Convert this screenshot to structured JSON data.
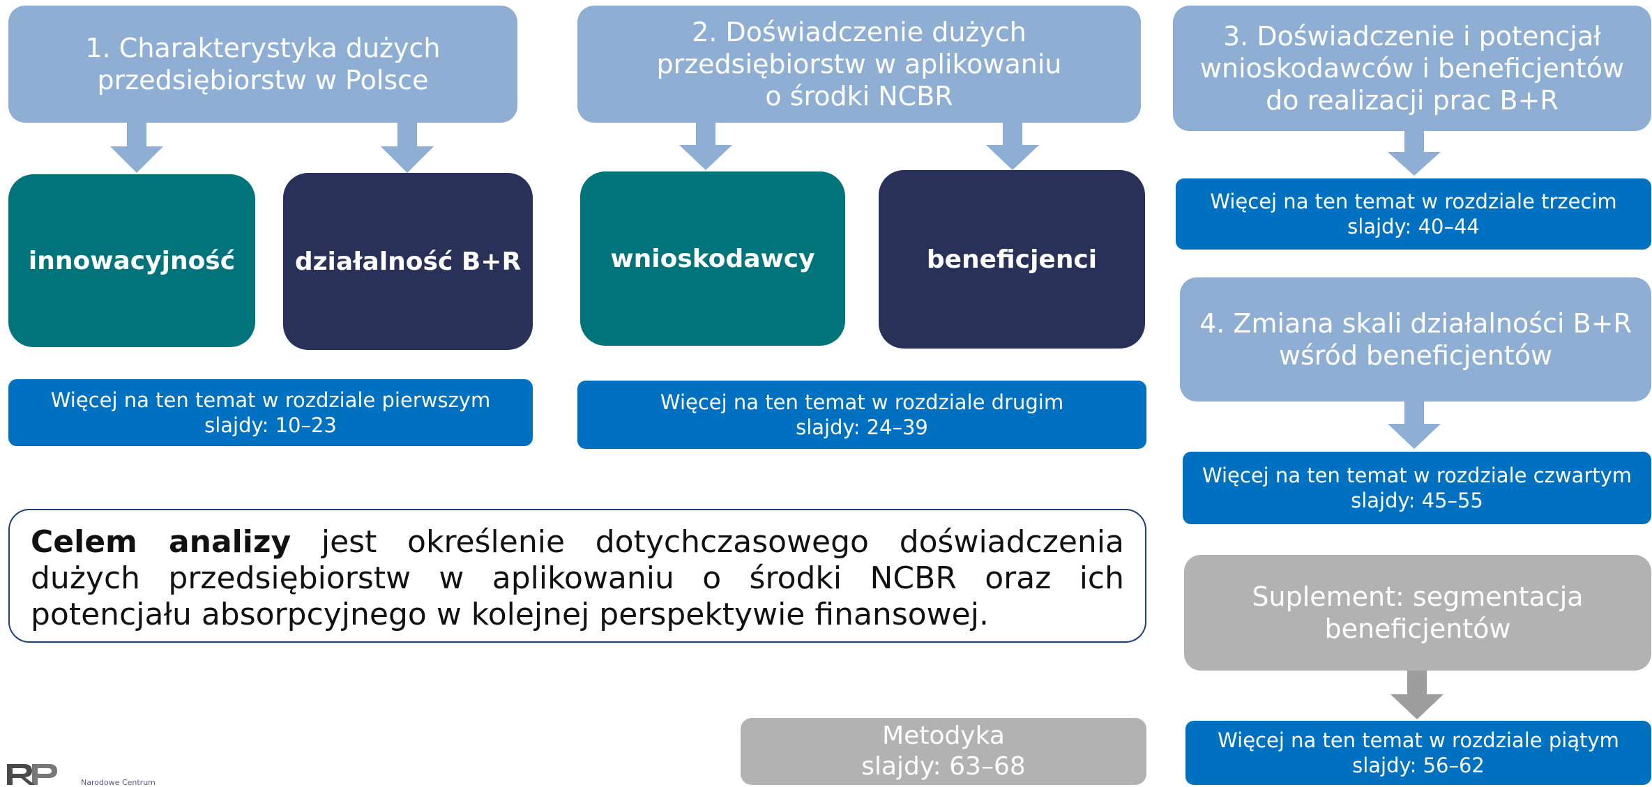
{
  "colors": {
    "header": "#8eaed3",
    "teal": "#00747a",
    "navy": "#2a3158",
    "more_box": "#0070c0",
    "gray": "#b2b2b2",
    "arrow_blue": "#8eaed3",
    "arrow_gray": "#9e9e9e"
  },
  "section1": {
    "title_lines": [
      "1. Charakterystyka dużych",
      "przedsiębiorstw w Polsce"
    ],
    "box_a": "innowacyjność",
    "box_b": "działalność B+R",
    "more_lines": [
      "Więcej na ten temat w rozdziale pierwszym",
      "slajdy: 10–23"
    ]
  },
  "section2": {
    "title_lines": [
      "2. Doświadczenie dużych",
      "przedsiębiorstw w aplikowaniu",
      "o środki NCBR"
    ],
    "box_a": "wnioskodawcy",
    "box_b": "beneficjenci",
    "more_lines": [
      "Więcej na ten temat w rozdziale drugim",
      "slajdy: 24–39"
    ]
  },
  "section3": {
    "title_lines": [
      "3. Doświadczenie i potencjał",
      "wnioskodawców i beneficjentów",
      "do realizacji prac B+R"
    ],
    "more_lines": [
      "Więcej na ten temat w rozdziale trzecim",
      "slajdy: 40–44"
    ]
  },
  "section4": {
    "title_lines": [
      "4. Zmiana skali działalności B+R",
      "wśród beneficjentów"
    ],
    "more_lines": [
      "Więcej na ten temat w rozdziale czwartym",
      "slajdy: 45–55"
    ]
  },
  "supplement": {
    "title_lines": [
      "Suplement: segmentacja",
      "beneficjentów"
    ],
    "more_lines": [
      "Więcej na ten temat w rozdziale piątym",
      "slajdy: 56–62"
    ]
  },
  "methodology": {
    "lines": [
      "Metodyka",
      "slajdy: 63–68"
    ]
  },
  "goal": {
    "bold": "Celem analizy",
    "rest": " jest określenie dotychczasowego doświadczenia dużych przedsiębiorstw w aplikowaniu o środki NCBR oraz ich potencjału absorpcyjnego w kolejnej perspektywie finansowej."
  },
  "logo": {
    "text": "Narodowe Centrum"
  }
}
